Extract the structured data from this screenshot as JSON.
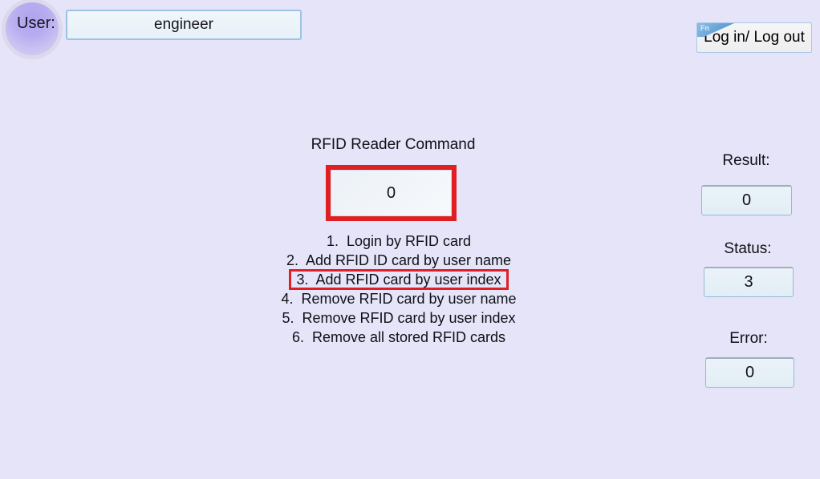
{
  "colors": {
    "background": "#e6e4f8",
    "highlight_red": "#df1f23",
    "field_border_blue": "#9cc3e3",
    "fn_tag_blue": "#5b9bd5",
    "circle_purple": "#b9adf0"
  },
  "user_panel": {
    "label": "User:",
    "value": "engineer"
  },
  "login_button": {
    "label": "Log in/ Log out",
    "corner_tag": "Fn"
  },
  "command_panel": {
    "title": "RFID Reader Command",
    "value": "0",
    "options": [
      {
        "text": "1.  Login by RFID card",
        "highlighted": false
      },
      {
        "text": "2.  Add RFID ID card by user name",
        "highlighted": false
      },
      {
        "text": "3.  Add RFID card by user index",
        "highlighted": true
      },
      {
        "text": "4.  Remove RFID card by user name",
        "highlighted": false
      },
      {
        "text": "5.  Remove RFID card by user index",
        "highlighted": false
      },
      {
        "text": "6.  Remove all stored RFID cards",
        "highlighted": false
      }
    ]
  },
  "status_panel": {
    "result": {
      "label": "Result:",
      "value": "0"
    },
    "status": {
      "label": "Status:",
      "value": "3"
    },
    "error": {
      "label": "Error:",
      "value": "0"
    }
  }
}
